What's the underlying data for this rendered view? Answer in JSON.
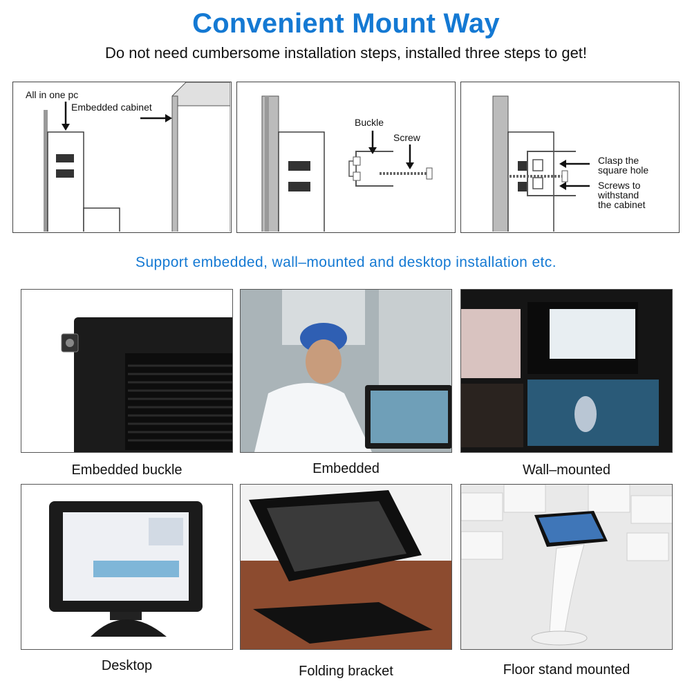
{
  "header": {
    "title": "Convenient Mount Way",
    "subtitle": "Do not need cumbersome installation steps, installed three steps to get!"
  },
  "steps": {
    "step1": {
      "label_pc": "All in one pc",
      "label_cabinet": "Embedded cabinet"
    },
    "step2": {
      "label_buckle": "Buckle",
      "label_screw": "Screw"
    },
    "step3": {
      "label_clasp": "Clasp the\nsquare hole",
      "label_screws": "Screws to\nwithstand\nthe cabinet"
    }
  },
  "support_text": "Support embedded, wall–mounted and desktop installation etc.",
  "gallery": [
    {
      "caption": "Embedded buckle"
    },
    {
      "caption": "Embedded"
    },
    {
      "caption": "Wall–mounted"
    },
    {
      "caption": "Desktop"
    },
    {
      "caption": "Folding bracket"
    },
    {
      "caption": "Floor stand mounted"
    }
  ],
  "colors": {
    "accent": "#1479d3"
  }
}
